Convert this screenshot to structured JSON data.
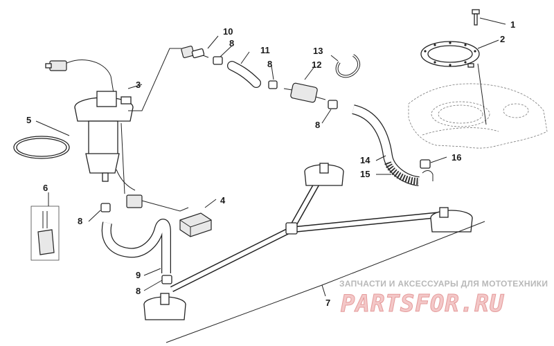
{
  "callouts": {
    "c1": "1",
    "c2": "2",
    "c3": "3",
    "c4": "4",
    "c5": "5",
    "c6": "6",
    "c7": "7",
    "c8a": "8",
    "c8b": "8",
    "c8c": "8",
    "c8d": "8",
    "c8e": "8",
    "c9": "9",
    "c10": "10",
    "c11": "11",
    "c12": "12",
    "c13": "13",
    "c14": "14",
    "c15": "15",
    "c16": "16"
  },
  "watermark": {
    "caption": "ЗАПЧАСТИ И АКСЕССУАРЫ ДЛЯ МОТОТЕХНИКИ",
    "logo": "PARTSFOR.RU"
  }
}
